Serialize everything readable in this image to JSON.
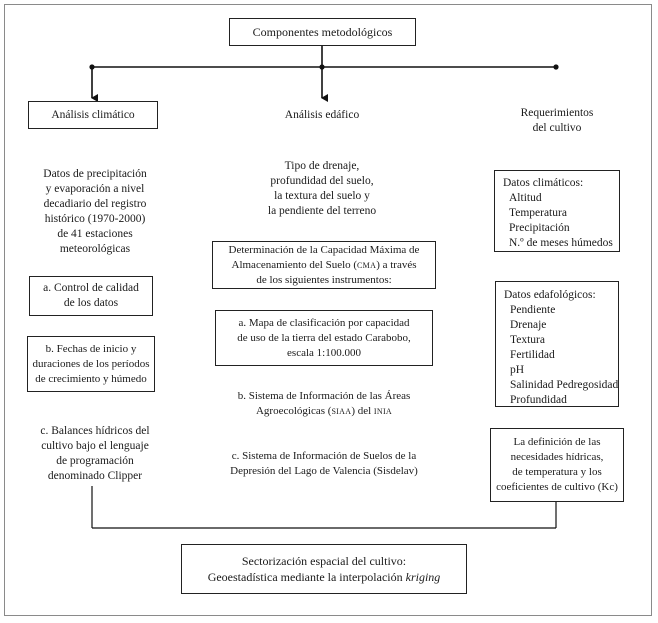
{
  "root": {
    "title": "Componentes metodológicos"
  },
  "columns": {
    "climatico": {
      "title": "Análisis climático"
    },
    "edafico": {
      "title": "Análisis edáfico"
    },
    "requerimientos": {
      "title_lines": [
        "Requerimientos",
        "del cultivo"
      ]
    }
  },
  "climatico": {
    "datos_lines": [
      "Datos de precipitación",
      "y evaporación a nivel",
      "decadiario del registro",
      "histórico (1970-2000)",
      "de 41 estaciones",
      "meteorológicas"
    ],
    "control_lines": [
      "a. Control de calidad",
      "de los datos"
    ],
    "fechas_lines": [
      "b. Fechas de inicio y",
      "duraciones de los períodos",
      "de crecimiento y húmedo"
    ],
    "balances_lines": [
      "c. Balances hídricos del",
      "cultivo bajo el lenguaje",
      "de programación",
      "denominado Clipper"
    ]
  },
  "edafico": {
    "tipo_lines": [
      "Tipo de drenaje,",
      "profundidad del suelo,",
      "la textura del suelo y",
      "la pendiente del terreno"
    ],
    "cma": {
      "line1": "Determinación de la Capacidad Máxima de",
      "line2_pre": "Almacenamiento del Suelo (",
      "line2_abbr": "CMA",
      "line2_post": ") a través",
      "line3": "de los siguientes instrumentos:"
    },
    "mapa_lines": [
      "a. Mapa de clasificación por capacidad",
      "de uso de la tierra del estado Carabobo,",
      "escala 1:100.000"
    ],
    "siaa": {
      "line1": "b. Sistema de Información de las Áreas",
      "line2_pre": "Agroecológicas (",
      "line2_abbr": "SIAA",
      "line2_mid": ") del ",
      "line2_abbr2": "INIA"
    },
    "sisdelav_lines": [
      "c. Sistema de Información de Suelos de la",
      "Depresión del Lago de Valencia (Sisdelav)"
    ]
  },
  "requerimientos": {
    "climaticos_title": "Datos climáticos:",
    "climaticos_items": [
      "Altitud",
      "Temperatura",
      "Precipitación",
      "N.º de meses húmedos"
    ],
    "edafologicos_title": "Datos edafológicos:",
    "edafologicos_items": [
      "Pendiente",
      "Drenaje",
      "Textura",
      "Fertilidad",
      "pH",
      "Salinidad Pedregosidad",
      "Profundidad"
    ],
    "definicion_lines": [
      "La definición de las",
      "necesidades hídricas,",
      "de temperatura y los",
      "coeficientes de cultivo (Kc)"
    ]
  },
  "final": {
    "line1": "Sectorización espacial del cultivo:",
    "line2_pre": "Geoestadística mediante la interpolación ",
    "line2_em": "kriging"
  }
}
